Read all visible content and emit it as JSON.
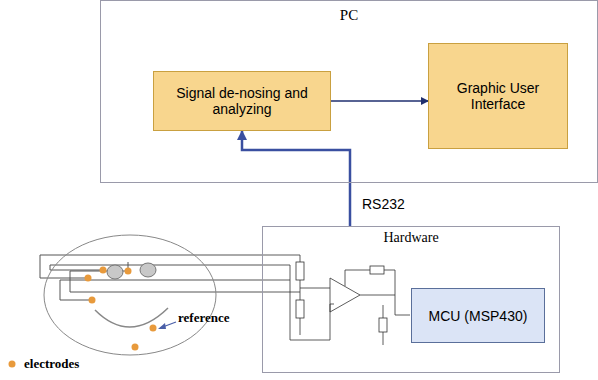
{
  "diagram": {
    "nodes": [
      {
        "text": [
          "PC"
        ]
      },
      {
        "text": [
          "Signal de-nosing and analyzing"
        ],
        "in": 0
      },
      {
        "text": [
          "Graphic User Interface"
        ],
        "in": 0
      },
      {
        "text": [
          "Hardware"
        ]
      },
      {
        "text": [
          "MCU (MSP430)"
        ],
        "in": 3
      }
    ],
    "edges": [
      {
        "from": 1,
        "to": 2,
        "arrow": "to"
      },
      {
        "from": 3,
        "to": 1,
        "label": "RS232",
        "arrow": "to"
      }
    ],
    "labels": [
      "reference"
    ],
    "legend": [
      {
        "text": "electrodes",
        "color": "#e89a3c"
      }
    ]
  }
}
